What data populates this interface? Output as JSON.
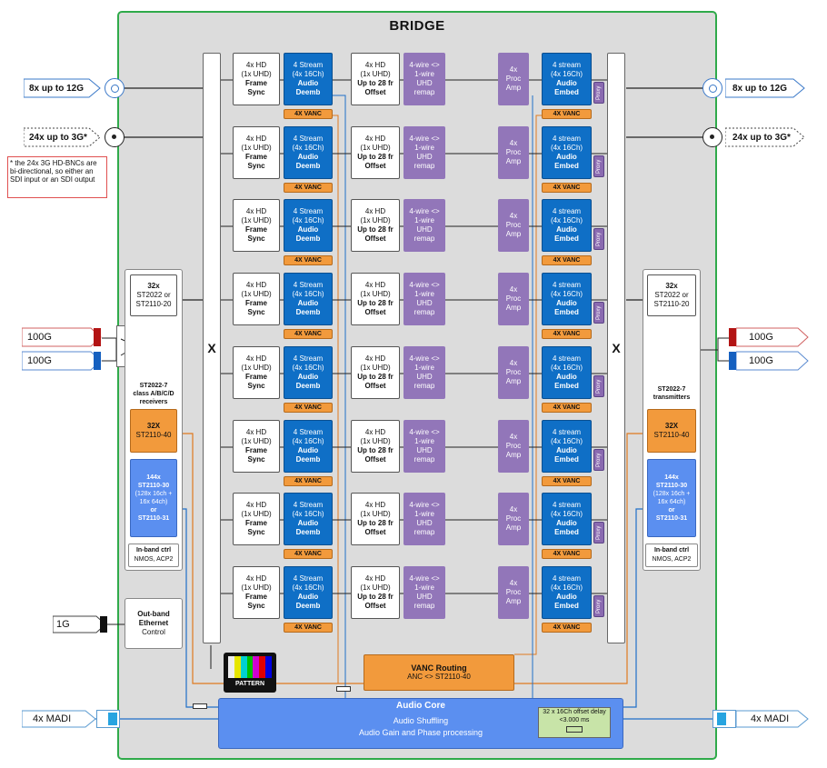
{
  "title": "BRIDGE",
  "ports": {
    "left_12g": "8x up to 12G",
    "left_3g": "24x up to 3G*",
    "right_12g": "8x up to 12G",
    "right_3g": "24x up to 3G*",
    "left_100g_a": "100G",
    "left_100g_b": "100G",
    "right_100g_a": "100G",
    "right_100g_b": "100G",
    "left_1g": "1G",
    "left_madi": "4x MADI",
    "right_madi": "4x MADI"
  },
  "note": "* the 24x 3G HD-BNCs are bi-directional, so either an SDI input or an SDI output",
  "row": {
    "framesync": [
      "4x HD",
      "(1x UHD)",
      "Frame",
      "Sync"
    ],
    "deemb": [
      "4 Stream",
      "(4x 16Ch)",
      "Audio",
      "Deemb"
    ],
    "vanc_in": "4X VANC",
    "offset": [
      "4x HD",
      "(1x UHD)",
      "Up to 28 fr",
      "Offset"
    ],
    "remap": [
      "4-wire <>",
      "1-wire",
      "UHD",
      "remap"
    ],
    "procamp": [
      "4x",
      "Proc",
      "Amp"
    ],
    "embed": [
      "4 stream",
      "(4x 16Ch)",
      "Audio",
      "Embed"
    ],
    "proxy": "Proxy",
    "vanc_out": "4X VANC"
  },
  "crosspoint_label": "X",
  "left_panel": {
    "st2022_count": "32x",
    "st2022_label": "ST2022 or",
    "st2022_label2": "ST2110-20",
    "receivers_1": "ST2022-7",
    "receivers_2": "class A/B/C/D",
    "receivers_3": "receivers",
    "st2110_40_count": "32X",
    "st2110_40_label": "ST2110-40",
    "audio_1": "144x",
    "audio_2": "ST2110-30",
    "audio_3": "(128x 16ch +",
    "audio_4": "16x 64ch)",
    "audio_5": "or",
    "audio_6": "ST2110-31",
    "ctrl_1": "In-band ctrl",
    "ctrl_2": "NMOS, ACP2"
  },
  "right_panel": {
    "st2022_count": "32x",
    "st2022_label": "ST2022 or",
    "st2022_label2": "ST2110-20",
    "transmitters_1": "ST2022-7",
    "transmitters_2": "transmitters",
    "st2110_40_count": "32X",
    "st2110_40_label": "ST2110-40",
    "audio_1": "144x",
    "audio_2": "ST2110-30",
    "audio_3": "(128x 16ch +",
    "audio_4": "16x 64ch)",
    "audio_5": "or",
    "audio_6": "ST2110-31",
    "ctrl_1": "In-band ctrl",
    "ctrl_2": "NMOS, ACP2"
  },
  "outband": [
    "Out-band",
    "Ethernet",
    "Control"
  ],
  "pattern": "PATTERN",
  "vanc_routing": {
    "title": "VANC Routing",
    "sub": "ANC <> ST2110-40"
  },
  "audio_core": {
    "title": "Audio Core",
    "line1": "Audio Shuffling",
    "line2": "Audio Gain and Phase processing",
    "delay_1": "32 x 16Ch offset delay",
    "delay_2": "<3.000 ms"
  },
  "colors": {
    "frame_border": "#2faa4a",
    "frame_bg": "#dcdcdc",
    "deemb_blue": "#0f6fc6",
    "remap_purple": "#9276b9",
    "vanc_orange": "#f29a3c",
    "audio_core_blue": "#5b8ff0",
    "line_orange": "#e07a1f",
    "line_blue": "#1f6fc8"
  }
}
